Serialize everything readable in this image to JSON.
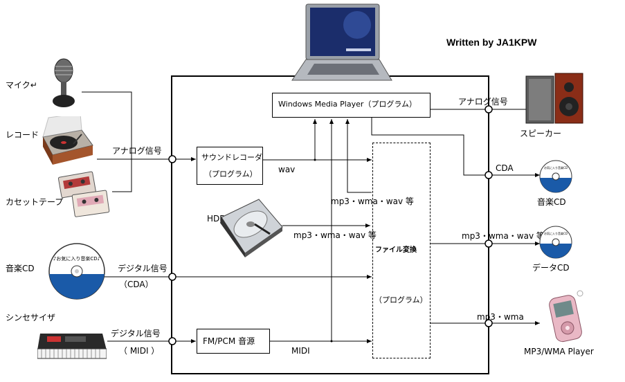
{
  "author": "Written by JA1KPW",
  "sources": {
    "mic": "マイク↵",
    "record": "レコード",
    "cassette": "カセットテープ",
    "music_cd": "音楽CD",
    "synth": "シンセサイザ"
  },
  "signals": {
    "analog_in": "アナログ信号",
    "digital_cda": "デジタル信号",
    "cda_paren": "（CDA）",
    "digital_midi": "デジタル信号",
    "midi_paren": "（ MIDI ）",
    "wav": "wav",
    "mp3_wma_wav_1": "mp3・wma・wav 等",
    "mp3_wma_wav_2": "mp3・wma・wav 等",
    "midi": "MIDI",
    "analog_out": "アナログ信号",
    "cda_out": "CDA",
    "mp3_wma_wav_out": "mp3・wma・wav 等",
    "mp3_wma_out": "mp3・wma"
  },
  "blocks": {
    "wmp": "Windows Media Player（プログラム）",
    "sound_recorder_1": "サウンドレコーダ",
    "sound_recorder_2": "（プログラム）",
    "fm_pcm": "FM/PCM 音源",
    "file_convert": "ファイル変換",
    "file_convert_prog": "（プログラム）",
    "hdd": "HDD"
  },
  "outputs": {
    "speaker": "スピーカー",
    "music_cd": "音楽CD",
    "data_cd": "データCD",
    "player": "MP3/WMA Player"
  },
  "cd_labels": {
    "source_cd": "♪お気に入り音楽CD♪",
    "out_cd": "お気に入り音楽CD",
    "data_cd": "お気に入り音楽CD"
  }
}
